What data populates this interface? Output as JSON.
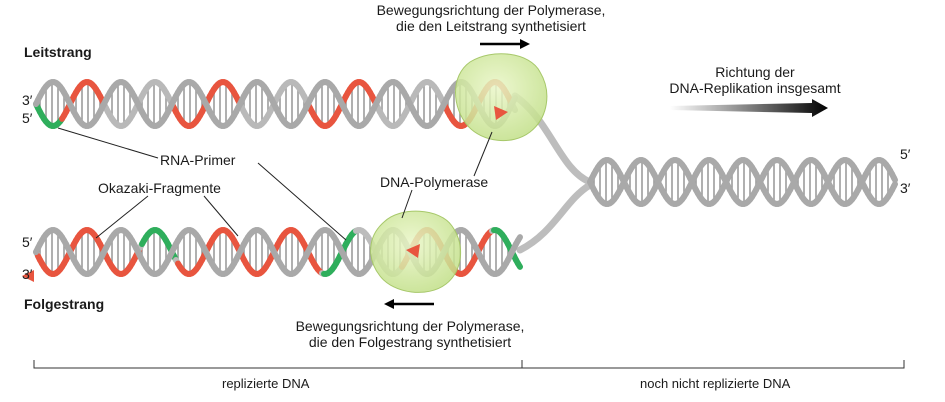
{
  "labels": {
    "leading_strand": "Leitstrang",
    "lagging_strand": "Folgestrang",
    "top_motion_line1": "Bewegungsrichtung der Polymerase,",
    "top_motion_line2": "die den Leitstrang synthetisiert",
    "bottom_motion_line1": "Bewegungsrichtung der Polymerase,",
    "bottom_motion_line2": "die den Folgestrang synthetisiert",
    "replication_dir_line1": "Richtung der",
    "replication_dir_line2": "DNA-Replikation insgesamt",
    "rna_primer": "RNA-Primer",
    "okazaki": "Okazaki-Fragmente",
    "dna_polymerase": "DNA-Polymerase",
    "replicated": "replizierte DNA",
    "not_replicated": "noch nicht replizierte DNA",
    "top_left_3": "3′",
    "top_left_5": "5′",
    "bottom_left_5": "5′",
    "bottom_left_3": "3′",
    "right_5": "5′",
    "right_3": "3′"
  },
  "colors": {
    "parental_strand": "#a9a9a9",
    "new_dna": "#e8553f",
    "rna_primer": "#2fae5c",
    "polymerase": "#cfe89a",
    "text": "#1a1a1a"
  }
}
